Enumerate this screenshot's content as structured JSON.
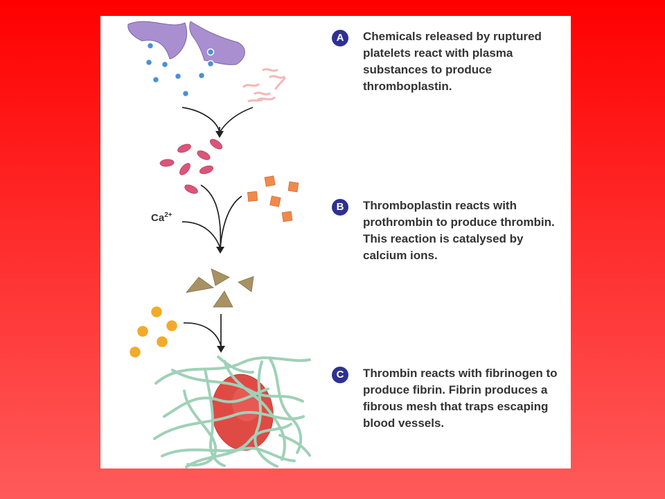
{
  "steps": [
    {
      "letter": "A",
      "text": "Chemicals released by ruptured platelets react with plasma substances to produce thromboplastin."
    },
    {
      "letter": "B",
      "text": "Thromboplastin reacts with prothrombin to produce thrombin. This reaction is catalysed by calcium ions."
    },
    {
      "letter": "C",
      "text": "Thrombin reacts with fibrinogen to produce fibrin. Fibrin produces a fibrous mesh that traps escaping blood vessels."
    }
  ],
  "calcium_label": {
    "base": "Ca",
    "charge": "2+"
  },
  "colors": {
    "background_top": "#ff0000",
    "background_bottom": "#ff5a5a",
    "panel": "#ffffff",
    "badge": "#2e3192",
    "platelet": "#a98fd0",
    "released_chemicals": "#4a90d6",
    "plasma_substances": "#f4b6b6",
    "thromboplastin": "#d9567a",
    "prothrombin": "#f08a4b",
    "thrombin": "#a89264",
    "fibrinogen": "#f2aa2a",
    "fibrin": "#9fd1b8",
    "red_blood_cell": "#e04a45",
    "arrow": "#222222"
  }
}
